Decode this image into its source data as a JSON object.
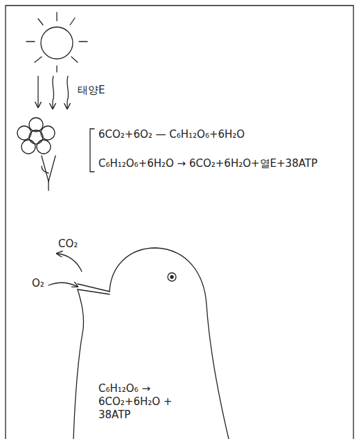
{
  "diagram": {
    "labels": [
      "태양E",
      "6CO₂+6O₂ — C₆H₁₂O₆+6H₂O",
      "C₆H₁₂O₆+6H₂O → 6CO₂+6H₂O+열E+38ATP",
      "CO₂",
      "O₂",
      "C₆H₁₂O₆ → 6CO₂+6H₂O + 38ATP"
    ]
  }
}
